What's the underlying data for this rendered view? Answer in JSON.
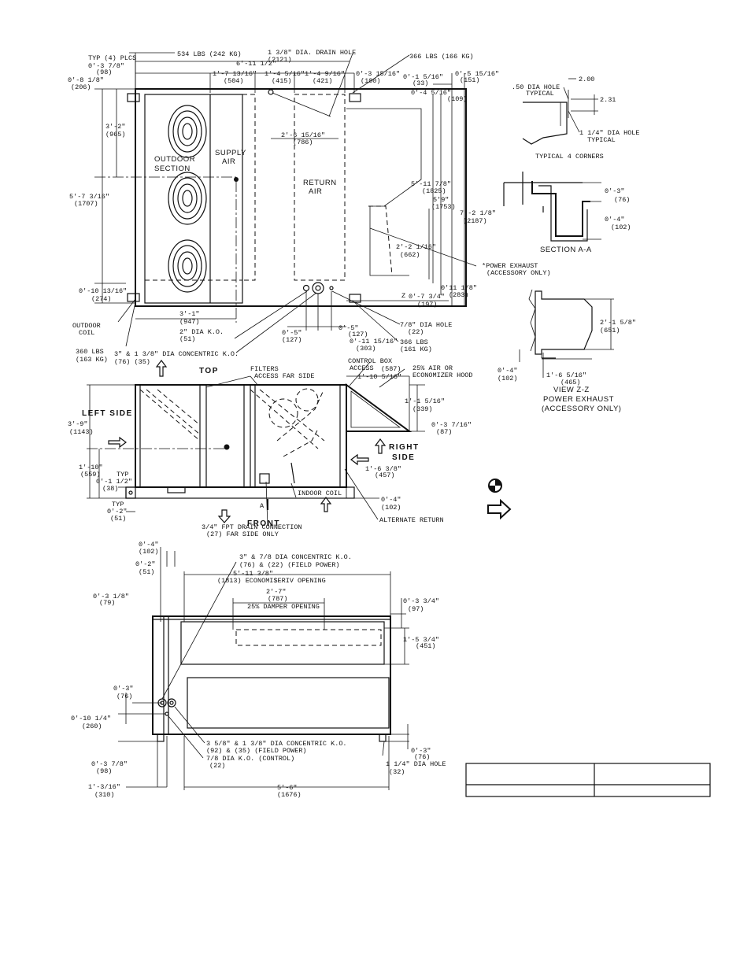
{
  "plan": {
    "corner_weight_tl": "534 LBS (242 KG)",
    "typ_plcs": "TYP (4) PLCS",
    "dim_0_3_78_a": "0'-3 7/8\"",
    "mm_98_a": "(98)",
    "dim_0_8_18": "0'-8 1/8\"",
    "mm_206": "(206)",
    "drain_hole": "1 3/8\" DIA. DRAIN HOLE",
    "overall_length": "6'-11 1/2\"",
    "mm_2121": "(2121)",
    "corner_weight_tr": "366 LBS (166 KG)",
    "dim_1_7_1316": "1'-7 13/16\"",
    "mm_504": "(504)",
    "dim_1_4_516": "1'-4 5/16\"",
    "mm_415": "(415)",
    "dim_1_4_916": "1'-4 9/16\"",
    "mm_421": "(421)",
    "dim_0_3_1516": "0'-3 15/16\"",
    "mm_100": "(100)",
    "dim_0_1_516": "0'-1 5/16\"",
    "mm_33": "(33)",
    "dim_0_5_1516": "0'-5 15/16\"",
    "mm_151": "(151)",
    "dim_0_4_516": "0'-4 5/16\"",
    "mm_109": "(109)",
    "dim_3_2": "3'-2\"",
    "mm_965": "(965)",
    "outdoor_section_1": "OUTDOOR",
    "outdoor_section_2": "SECTION",
    "supply_air_1": "SUPPLY",
    "supply_air_2": "AIR",
    "dim_2_6_1516": "2'-6 15/16\"",
    "mm_786": "(786)",
    "return_air_1": "RETURN",
    "return_air_2": "AIR",
    "dim_5_7_316": "5'-7 3/16\"",
    "mm_1707": "(1707)",
    "dim_5_11_78": "5'-11 7/8\"",
    "mm_1825": "(1825)",
    "dim_5_9": "5'9\"",
    "mm_1753": "(1753)",
    "dim_7_2_18": "7'-2 1/8\"",
    "mm_2187": "(2187)",
    "dim_2_2_116": "2'-2 1/16\"",
    "mm_662": "(662)",
    "dim_0_10_1316": "0'-10 13/16\"",
    "mm_274": "(274)",
    "dim_0_11_18": "0'11 1/8\"",
    "mm_283": "(283)",
    "z_mark": "Z",
    "dim_0_7_34": "0'-7 3/4\"",
    "mm_197": "(197)",
    "outdoor_coil_1": "OUTDOOR",
    "outdoor_coil_2": "COIL",
    "dim_3_1": "3'-1\"",
    "mm_947": "(947)",
    "dia_ko_2": "2\" DIA K.O.",
    "mm_51_a": "(51)",
    "hole_78": "7/8\" DIA HOLE",
    "mm_22_a": "(22)",
    "dim_0_5_a": "0'-5\"",
    "mm_127_a": "(127)",
    "dim_0_5_b": "0'-5\"",
    "mm_127_b": "(127)",
    "dim_0_11_1516": "0'-11 15/16\"",
    "mm_303": "(303)",
    "corner_weight_br": "366 LBS",
    "kg_161": "(161 KG)",
    "corner_weight_bl": "360 LBS",
    "kg_163": "(163 KG)",
    "conc_ko": "3\" & 1 3/8\" DIA CONCENTRIC K.O.",
    "mm_76_35": "(76)          (35)"
  },
  "detail": {
    "half_dia_hole_1": ".50 DIA HOLE",
    "half_dia_hole_2": "TYPICAL",
    "dim_2_00": "2.00",
    "dim_2_31": "2.31",
    "quarter_hole_1": "1 1/4\" DIA HOLE",
    "quarter_hole_2": "TYPICAL",
    "typical_corners": "TYPICAL 4 CORNERS",
    "dim_0_3": "0'-3\"",
    "mm_76": "(76)",
    "dim_0_4": "0'-4\"",
    "mm_102": "(102)",
    "section_aa": "SECTION A-A",
    "power_exhaust_note_1": "*POWER EXHAUST",
    "power_exhaust_note_2": "(ACCESSORY ONLY)",
    "dim_2_1_58": "2'-1 5/8\"",
    "mm_651": "(651)",
    "dim_0_4_b": "0'-4\"",
    "mm_102_b": "(102)",
    "dim_1_6_516": "1'-6 5/16\"",
    "mm_465": "(465)",
    "view_zz_1": "VIEW Z-Z",
    "view_zz_2": "POWER EXHAUST",
    "view_zz_3": "(ACCESSORY ONLY)"
  },
  "side": {
    "top_label": "TOP",
    "filters_1": "FILTERS",
    "filters_2": "ACCESS FAR SIDE",
    "control_box_1": "CONTROL BOX",
    "control_box_2": "ACCESS",
    "mm_587": "(587)",
    "hood_1": "25% AIR OR",
    "hood_2": "ECONOMIZER HOOD",
    "dim_1_10_516": "1'-10 5/16\"",
    "left_side": "LEFT SIDE",
    "dim_3_9": "3'-9\"",
    "mm_1143": "(1143)",
    "dim_1_1_516": "1'-1 5/16\"",
    "mm_339": "(339)",
    "dim_0_3_716": "0'-3 7/16\"",
    "mm_87": "(87)",
    "right_1": "RIGHT",
    "right_2": "SIDE",
    "dim_1_10": "1'-10\"",
    "mm_559": "(559)",
    "typ": "TYP",
    "dim_0_1_12": "0'-1 1/2\"",
    "mm_38": "(38)",
    "dim_1_6_38": "1'-6 3/8\"",
    "mm_457": "(457)",
    "typ2": "TYP",
    "dim_0_2": "0'-2\"",
    "mm_51": "(51)",
    "a_mark": "A",
    "indoor_coil": "INDOOR COIL",
    "dim_0_4_c": "0'-4\"",
    "mm_102_c": "(102)",
    "front": "FRONT",
    "drain_conn_1": "3/4\" FPT DRAIN CONNECTION",
    "drain_conn_2": "(27)  FAR SIDE ONLY",
    "alt_return": "ALTERNATE RETURN"
  },
  "end": {
    "dim_0_4": "0'-4\"",
    "mm_102": "(102)",
    "dim_0_2": "0'-2\"",
    "mm_51": "(51)",
    "field_ko_1": "3\" & 7/8 DIA CONCENTRIC K.O.",
    "field_ko_2": "(76) & (22)  (FIELD POWER)",
    "dim_5_11_38": "5'-11 3/8\"",
    "econ_opening": "(1813) ECONOMI$ERIV OPENING",
    "dim_0_3_18": "0'-3 1/8\"",
    "mm_79": "(79)",
    "dim_2_7": "2'-7\"",
    "mm_787": "(787)",
    "damper": "25% DAMPER OPENING",
    "dim_0_3_34": "0'-3 3/4\"",
    "mm_97": "(97)",
    "dim_1_5_34": "1'-5 3/4\"",
    "mm_451": "(451)",
    "dim_0_3": "0'-3\"",
    "mm_76": "(76)",
    "dim_0_10_14": "0'-10 1/4\"",
    "mm_260": "(260)",
    "ko_field_1": "3 5/8\" & 1 3/8\" DIA CONCENTRIC K.O.",
    "ko_field_2": "(92) & (35) (FIELD POWER)",
    "ko_control_1": "7/8 DIA K.O. (CONTROL)",
    "ko_control_2": "(22)",
    "dim_0_3_b": "0'-3\"",
    "mm_76_b": "(76)",
    "dim_0_3_78": "0'-3 7/8\"",
    "mm_98": "(98)",
    "hole_114": "1 1/4\" DIA HOLE",
    "mm_32": "(32)",
    "dim_1_3_16": "1'-3/16\"",
    "mm_310": "(310)",
    "dim_5_6": "5'-6\"",
    "mm_1676": "(1676)"
  }
}
